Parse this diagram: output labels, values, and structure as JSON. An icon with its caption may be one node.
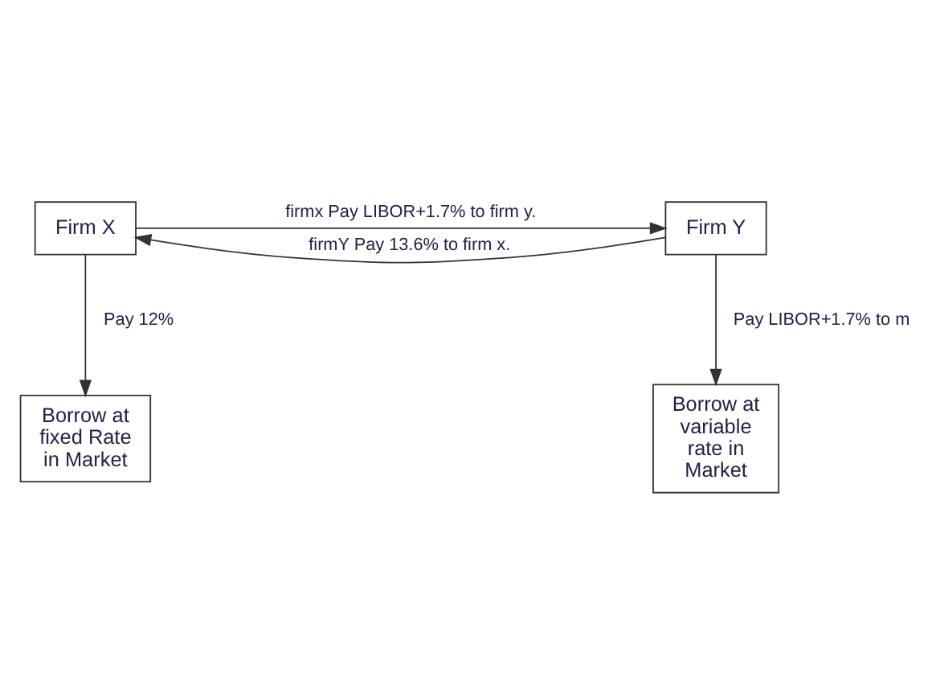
{
  "diagram": {
    "nodes": [
      {
        "text": [
          "Firm X"
        ]
      },
      {
        "text": [
          "Firm Y"
        ]
      },
      {
        "text": [
          "Borrow at fixed Rate in Market"
        ]
      },
      {
        "text": [
          "Borrow at variable rate in Market"
        ]
      }
    ],
    "edges": [
      {
        "from": 0,
        "to": 1,
        "arrow": "to",
        "label": "firmx Pay LIBOR+1.7% to firm y."
      },
      {
        "from": 1,
        "to": 0,
        "arrow": "to",
        "label": "firmY Pay 13.6% to firm x."
      },
      {
        "from": 0,
        "to": 2,
        "arrow": "to",
        "label": "Pay 12%"
      },
      {
        "from": 1,
        "to": 3,
        "arrow": "to",
        "label": "Pay LIBOR+1.7% to m"
      }
    ]
  }
}
